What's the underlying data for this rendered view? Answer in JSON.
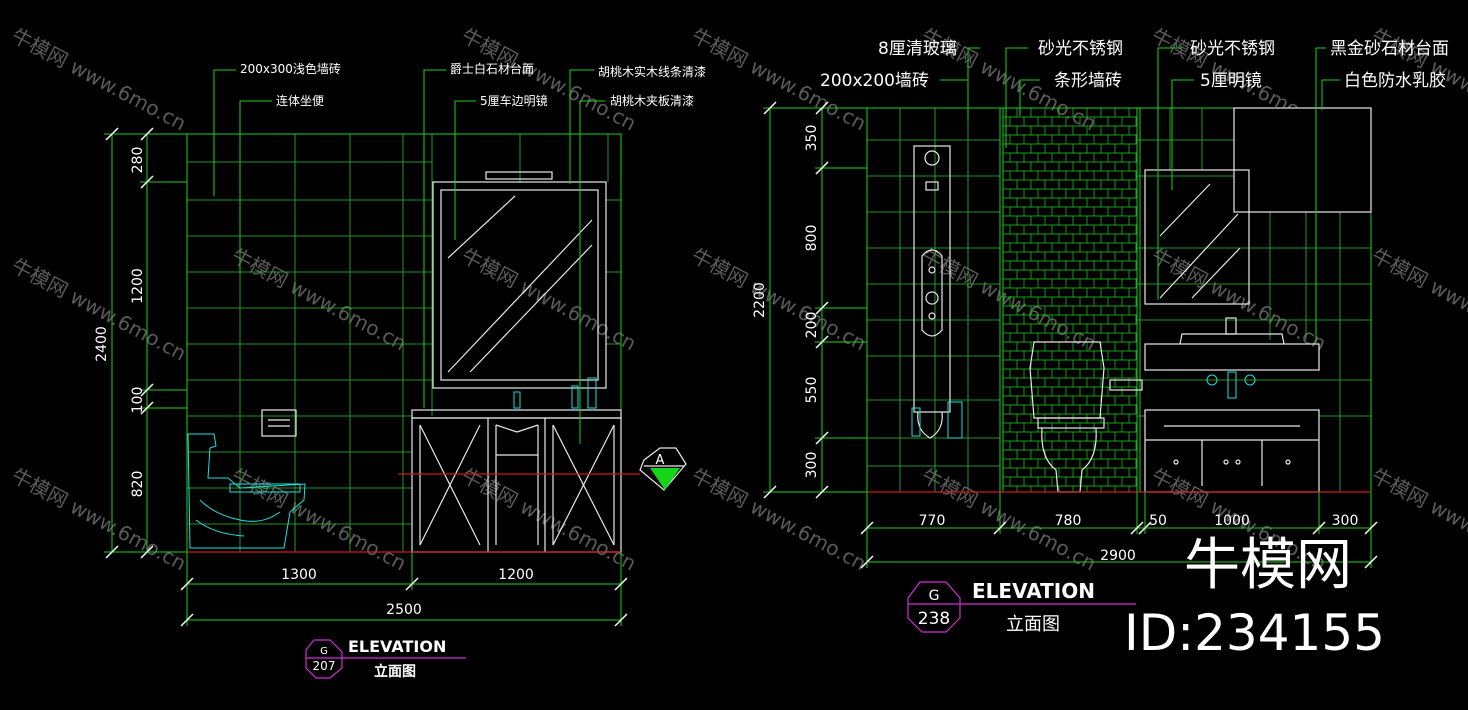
{
  "left_drawing": {
    "labels": {
      "tile_200x300": "200x300浅色墙砖",
      "toilet": "连体坐便",
      "counter_top": "爵士白石材台面",
      "mirror": "5厘车边明镜",
      "walnut_trim": "胡桃木实木线条清漆",
      "walnut_panel": "胡桃木夹板清漆"
    },
    "dims_vertical": [
      "280",
      "1200",
      "100",
      "820"
    ],
    "dim_total_vertical": "2400",
    "dims_horizontal": [
      "1300",
      "1200"
    ],
    "dim_total_horizontal": "2500",
    "section_mark": "A",
    "title": "ELEVATION",
    "subtitle": "立面图",
    "tag_letter": "G",
    "tag_number": "207"
  },
  "right_drawing": {
    "labels": {
      "glass_8": "8厘清玻璃",
      "tile_200x200": "200x200墙砖",
      "satin_steel_1": "砂光不锈钢",
      "strip_tile": "条形墙砖",
      "satin_steel_2": "砂光不锈钢",
      "mirror_5": "5厘明镜",
      "black_gold_stone": "黑金砂石材台面",
      "white_latex": "白色防水乳胶"
    },
    "dims_vertical": [
      "350",
      "800",
      "200",
      "550",
      "300"
    ],
    "dim_total_vertical": "2200",
    "dims_horizontal": [
      "770",
      "780",
      "50",
      "1000",
      "300"
    ],
    "dim_total_horizontal": "2900",
    "title": "ELEVATION",
    "subtitle": "立面图",
    "tag_letter": "G",
    "tag_number": "238"
  },
  "watermark": {
    "brand": "牛模网",
    "url": "www.6mo.cn",
    "id_text": "ID:234155"
  },
  "colors": {
    "background": "#000000",
    "line_green": "#18d418",
    "line_cyan": "#1ee0e0",
    "line_white": "#e8e8e8",
    "floor_red": "#d01818",
    "tag_magenta": "#d62bd6"
  }
}
